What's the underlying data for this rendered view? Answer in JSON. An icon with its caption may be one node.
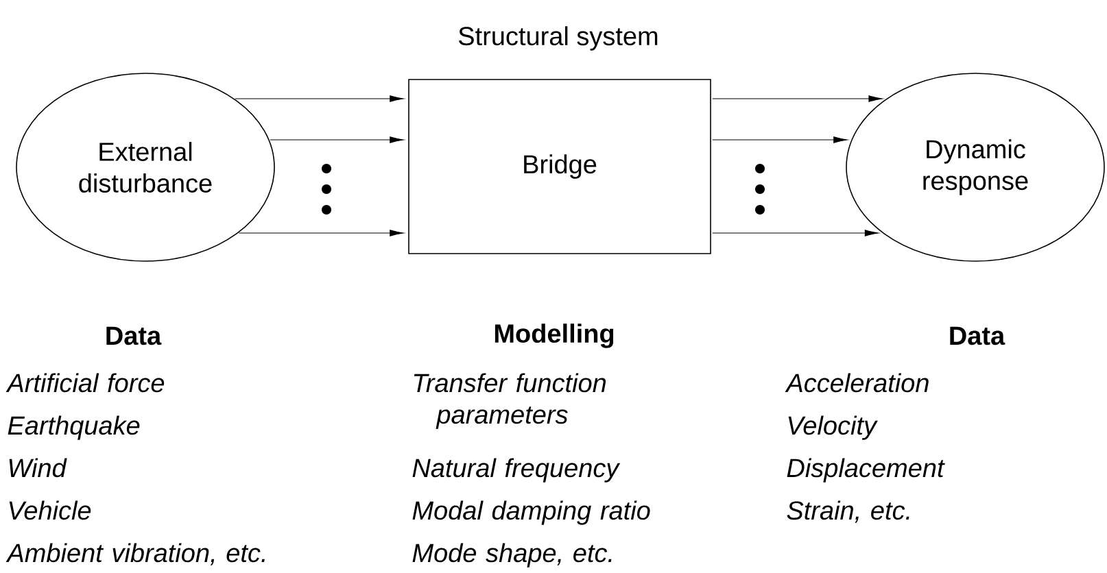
{
  "diagram": {
    "nodes": [
      {
        "text": [
          "External disturbance"
        ]
      },
      {
        "text": [
          "Structural system",
          "Bridge"
        ]
      },
      {
        "text": [
          "Dynamic response"
        ]
      }
    ],
    "edges": [
      {
        "from": 0,
        "to": 1,
        "arrow": "to"
      },
      {
        "from": 0,
        "to": 1,
        "arrow": "to"
      },
      {
        "from": 0,
        "to": 1,
        "arrow": "to"
      },
      {
        "from": 1,
        "to": 2,
        "arrow": "to"
      },
      {
        "from": 1,
        "to": 2,
        "arrow": "to"
      },
      {
        "from": 1,
        "to": 2,
        "arrow": "to"
      }
    ],
    "labels": [
      "Data",
      "Modelling",
      "Data",
      "Artificial force",
      "Earthquake",
      "Wind",
      "Vehicle",
      "Ambient vibration, etc.",
      "Transfer function parameters",
      "Natural frequency",
      "Modal damping ratio",
      "Mode shape, etc.",
      "Acceleration",
      "Velocity",
      "Displacement",
      "Strain, etc."
    ]
  }
}
